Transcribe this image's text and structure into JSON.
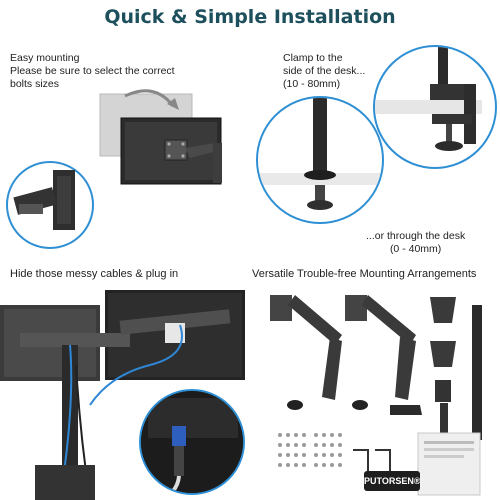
{
  "title": "Quick & Simple Installation",
  "easy_mounting": {
    "lines": [
      "Easy mounting",
      "Please be sure to select the correct",
      "bolts sizes"
    ]
  },
  "clamp": {
    "lines": [
      "Clamp to the",
      "side of the desk...",
      "(10 - 80mm)"
    ]
  },
  "grommet": {
    "lines": [
      "...or through the desk",
      "(0 - 40mm)"
    ]
  },
  "cables_caption": "Hide those messy cables & plug in",
  "arrangements_caption": "Versatile Trouble-free Mounting Arrangements",
  "brand_card": "PUTORSEN®",
  "colors": {
    "title": "#1d4f5c",
    "circle_border": "#2f8fd4",
    "cable_blue": "#2e86d4"
  }
}
